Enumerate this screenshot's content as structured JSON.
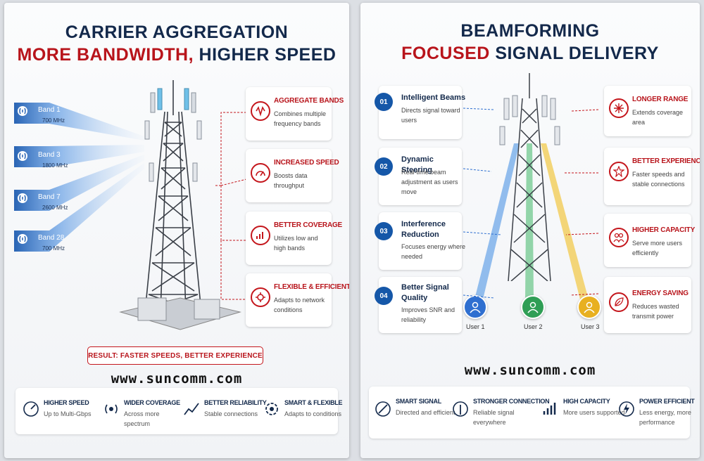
{
  "left": {
    "title_line1": "CARRIER AGGREGATION",
    "title_line2_red": "MORE BANDWIDTH,",
    "title_line2_navy": "HIGHER SPEED",
    "bands": [
      {
        "label": "Band 1",
        "freq": "700 MHz"
      },
      {
        "label": "Band 3",
        "freq": "1800 MHz"
      },
      {
        "label": "Band 7",
        "freq": "2600 MHz"
      },
      {
        "label": "Band 28",
        "freq": "700 MHz"
      }
    ],
    "benefits": [
      {
        "title": "AGGREGATE BANDS",
        "desc": "Combines multiple frequency bands",
        "icon": "waves-icon"
      },
      {
        "title": "INCREASED SPEED",
        "desc": "Boosts data throughput",
        "icon": "speed-icon"
      },
      {
        "title": "BETTER COVERAGE",
        "desc": "Utilizes low and high bands",
        "icon": "signal-icon"
      },
      {
        "title": "FLEXIBLE & EFFICIENT",
        "desc": "Adapts to network conditions",
        "icon": "flex-icon"
      }
    ],
    "result": "RESULT: FASTER SPEEDS, BETTER EXPERIENCE",
    "url": "www.suncomm.com",
    "footer": [
      {
        "title": "HIGHER SPEED",
        "desc": "Up to Multi-Gbps",
        "icon": "speedometer-icon"
      },
      {
        "title": "WIDER COVERAGE",
        "desc": "Across more spectrum",
        "icon": "broadcast-icon"
      },
      {
        "title": "BETTER RELIABILITY",
        "desc": "Stable connections",
        "icon": "chart-icon"
      },
      {
        "title": "SMART & FLEXIBLE",
        "desc": "Adapts to conditions",
        "icon": "gear-icon"
      }
    ]
  },
  "right": {
    "title_line1": "BEAMFORMING",
    "title_line2_red": "FOCUSED",
    "title_line2_navy": "SIGNAL DELIVERY",
    "features": [
      {
        "num": "01",
        "title": "Intelligent Beams",
        "desc": "Directs signal toward users"
      },
      {
        "num": "02",
        "title": "Dynamic Steering",
        "desc": "Real-time beam adjustment as users move"
      },
      {
        "num": "03",
        "title": "Interference Reduction",
        "desc": "Focuses energy where needed"
      },
      {
        "num": "04",
        "title": "Better Signal Quality",
        "desc": "Improves SNR and reliability"
      }
    ],
    "benefits": [
      {
        "title": "LONGER RANGE",
        "desc": "Extends coverage area",
        "icon": "range-icon"
      },
      {
        "title": "BETTER EXPERIENCE",
        "desc": "Faster speeds and stable connections",
        "icon": "star-icon"
      },
      {
        "title": "HIGHER CAPACITY",
        "desc": "Serve more users efficiently",
        "icon": "users-icon"
      },
      {
        "title": "ENERGY SAVING",
        "desc": "Reduces wasted transmit power",
        "icon": "leaf-icon"
      }
    ],
    "users": [
      {
        "label": "User 1",
        "color": "#2f6fd0"
      },
      {
        "label": "User 2",
        "color": "#2f9e55"
      },
      {
        "label": "User 3",
        "color": "#e8b020"
      }
    ],
    "url": "www.suncomm.com",
    "footer": [
      {
        "title": "SMART SIGNAL",
        "desc": "Directed and efficient",
        "icon": "target-icon"
      },
      {
        "title": "STRONGER CONNECTION",
        "desc": "Reliable signal everywhere",
        "icon": "antenna-icon"
      },
      {
        "title": "HIGH CAPACITY",
        "desc": "More users supported",
        "icon": "bars-icon"
      },
      {
        "title": "POWER EFFICIENT",
        "desc": "Less energy, more performance",
        "icon": "bolt-icon"
      }
    ]
  },
  "colors": {
    "navy": "#13294b",
    "red": "#b8141b",
    "blue": "#1557a8"
  }
}
